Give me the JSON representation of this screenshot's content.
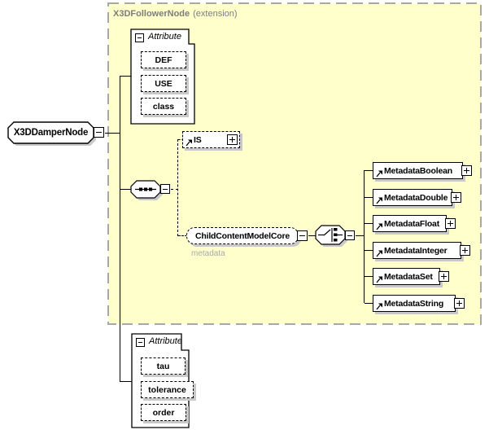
{
  "extension": {
    "name": "X3DFollowerNode",
    "suffix": "(extension)"
  },
  "root": {
    "label": "X3DDamperNode"
  },
  "attributes_top": {
    "header": "Attribute",
    "items": [
      {
        "label": "DEF"
      },
      {
        "label": "USE"
      },
      {
        "label": "class"
      }
    ]
  },
  "is_element": {
    "label": "IS"
  },
  "sequence_icon": "sequence",
  "choice_icon": "choice",
  "child_content": {
    "label": "ChildContentModelCore",
    "annotation": "metadata"
  },
  "metadata_elements": [
    {
      "label": "MetadataBoolean"
    },
    {
      "label": "MetadataDouble"
    },
    {
      "label": "MetadataFloat"
    },
    {
      "label": "MetadataInteger"
    },
    {
      "label": "MetadataSet"
    },
    {
      "label": "MetadataString"
    }
  ],
  "attributes_bottom": {
    "header": "Attribute",
    "items": [
      {
        "label": "tau"
      },
      {
        "label": "tolerance"
      },
      {
        "label": "order"
      }
    ]
  },
  "colors": {
    "extension_bg": "#ffffcc",
    "extension_border": "#a8a8a8",
    "box_border": "#000000",
    "shadow": "#c9c9c9",
    "title_text": "#7d7d7d",
    "annotation_text": "#a9a9a9"
  }
}
